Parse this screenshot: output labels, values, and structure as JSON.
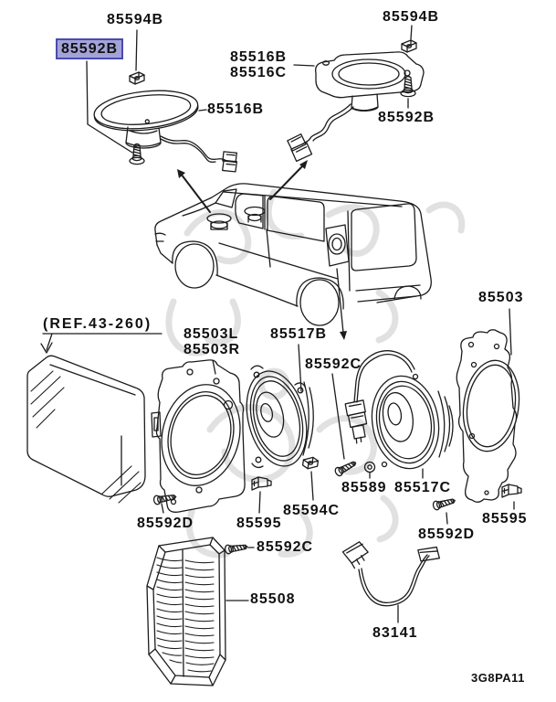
{
  "page": {
    "drawing_code": "3G8PA11",
    "reference_note": "(REF.43-260)",
    "selected_part": "85592B",
    "colors": {
      "background": "#ffffff",
      "line": "#1c1c1c",
      "watermark": "#dcdcdc",
      "highlight_fill": "#a3a3d8",
      "highlight_border": "#4a4ab0",
      "label_text": "#111111"
    }
  },
  "labels": {
    "tl_85594b": "85594B",
    "tl_85592b": "85592B",
    "tl_85516b": "85516B",
    "tr_85594b": "85594B",
    "tr_85516b": "85516B",
    "tr_85516c": "85516C",
    "tr_85592b": "85592B",
    "ref_note": "(REF.43-260)",
    "mid_85503l": "85503L",
    "mid_85503r": "85503R",
    "mid_85517b": "85517B",
    "mid_85592c": "85592C",
    "right_85503": "85503",
    "mid_85589": "85589",
    "mid_85517c": "85517C",
    "mid_85594c": "85594C",
    "mid_85595": "85595",
    "mid_85592d": "85592D",
    "right_85595": "85595",
    "right_85592d": "85592D",
    "bottom_85592c": "85592C",
    "bottom_85508": "85508",
    "bottom_83141": "83141",
    "drawing_code": "3G8PA11"
  }
}
